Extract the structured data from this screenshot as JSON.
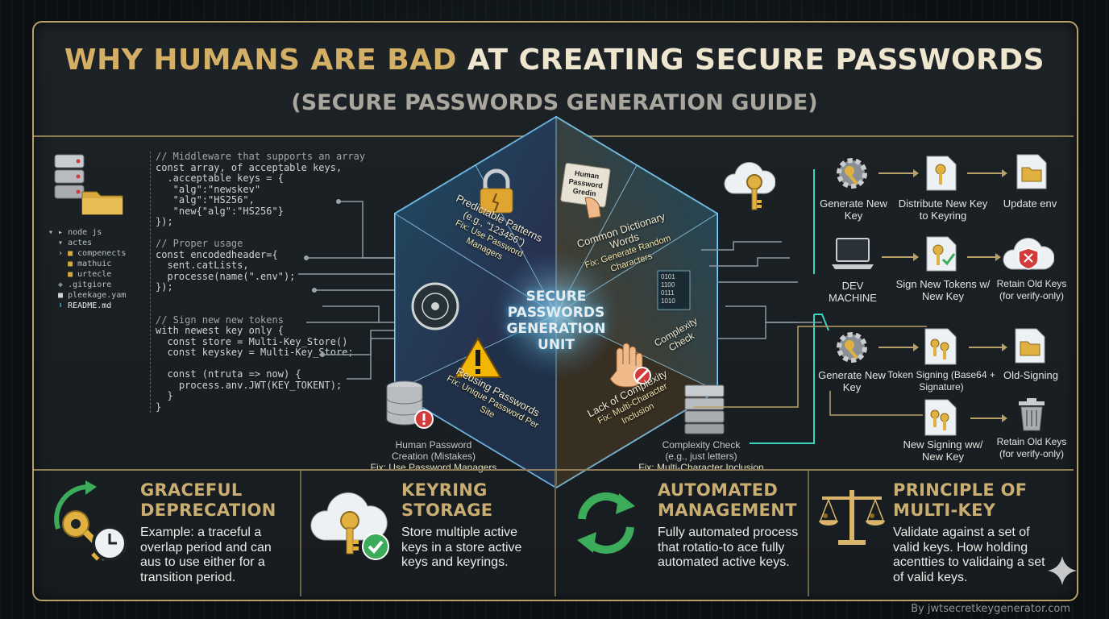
{
  "header": {
    "title_part1": "WHY HUMANS ARE BAD",
    "title_part2": "AT CREATING SECURE PASSWORDS",
    "subtitle": "(SECURE PASSWORDS GENERATION GUIDE)"
  },
  "file_tree": [
    "node js",
    "actes",
    "compenects",
    "mathuic",
    "urtecle",
    ".gitgiore",
    "pleekage.yam",
    "README.md"
  ],
  "code_lines": [
    "// Middleware that supports an array",
    "const array, of acceptable keys,",
    "  .acceptable keys = {",
    "   \"alg\":\"newskev\"",
    "   \"alg\":\"HS256\",",
    "   \"new{\"alg\":\"HS256\"}",
    "});",
    "",
    "// Proper usage",
    "const encodedheader={",
    "  sent.catLists,",
    "  processe(name(\".env\");",
    "});",
    "",
    "",
    "// Sign new new tokens",
    "with newest key only {",
    "  const store = Multi-Key_Store()",
    "  const keyskey = Multi-Key_Store;",
    "",
    "  const (ntruta => now) {",
    "    process.anv.JWT(KEY_TOKENT);",
    "  }",
    "}"
  ],
  "crystal": {
    "center_title": [
      "SECURE",
      "PASSWORDS",
      "GENERATION",
      "UNIT"
    ],
    "facet_predictable": {
      "title": "Predictable Patterns",
      "example": "(e.g., \"123456\")",
      "fix": "Fix: Use Password Managers"
    },
    "facet_common": {
      "tag": "Human Password Gredin",
      "title": "Common Dictionary Words",
      "fix": "Fix: Generate Random Characters"
    },
    "facet_reusing": {
      "title": "Reusing Passwords",
      "fix": "Fix: Unique Password Per Site"
    },
    "facet_complexity": {
      "title": "Lack of Complexity",
      "fix": "Fix: Multi-Character Inclusion"
    },
    "facet_complexity_check": "Complexity Check",
    "below_left": {
      "line1": "Human Password",
      "line2": "Creation (Mistakes)",
      "fix": "Fix: Use Password Managers"
    },
    "below_right": {
      "line1": "Complexity Check",
      "line2": "(e.g., just letters)",
      "fix": "Fix: Multi-Character Inclusion"
    }
  },
  "flow": {
    "row1": [
      "Generate New Key",
      "Distribute New Key to Keyring",
      "Update env"
    ],
    "row2": [
      "DEV MACHINE",
      "Sign New Tokens w/ New Key",
      "Retain Old Keys (for verify-only)"
    ],
    "row3": [
      "Generate New Key",
      "Token Signing (Base64 + Signature)",
      "Old-Signing"
    ],
    "row4": [
      "New Signing ww/ New Key",
      "Retain Old Keys (for verify-only)"
    ]
  },
  "panels": [
    {
      "title_line1": "GRACEFUL",
      "title_line2": "DEPRECATION",
      "text": "Example: a traceful a overlap period and can aus to use either for a transition period."
    },
    {
      "title_line1": "KEYRING",
      "title_line2": "STORAGE",
      "text": "Store multiple active keys in a store active keys and keyrings."
    },
    {
      "title_line1": "AUTOMATED",
      "title_line2": "MANAGEMENT",
      "text": "Fully automated process that rotatio-to ace fully automated active keys."
    },
    {
      "title_line1": "PRINCIPLE OF",
      "title_line2": "MULTI-KEY",
      "text": "Validate against a set of valid keys. How holding acentties to validaing a set of valid keys."
    }
  ],
  "watermark": "By jwtsecretkeygenerator.com",
  "colors": {
    "gold": "#d4b067",
    "accent_blue": "#3aa6d8",
    "frame": "#b8a06a",
    "background": "#0b0f12"
  }
}
